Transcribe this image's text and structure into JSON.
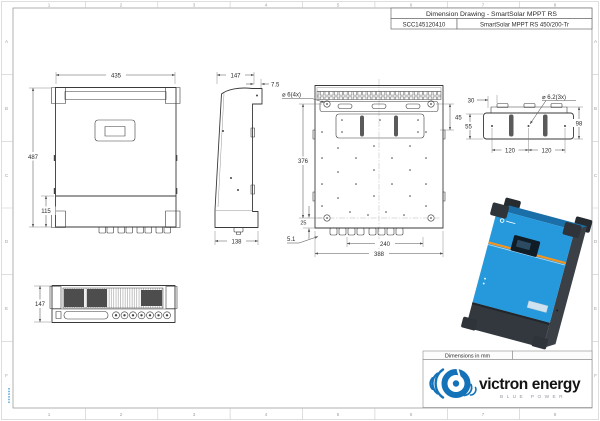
{
  "drawing": {
    "title": "Dimension Drawing - SmartSolar MPPT RS",
    "article_number": "SCC145120410",
    "model": "SmartSolar MPPT RS 450/200-Tr",
    "units_note": "Dimensions in mm"
  },
  "border": {
    "columns": [
      "1",
      "2",
      "3",
      "4",
      "5",
      "6",
      "7",
      "8"
    ],
    "rows": [
      "A",
      "B",
      "C",
      "D",
      "E",
      "F"
    ]
  },
  "views": {
    "front": {
      "width": "435",
      "height": "487",
      "gland_section": "115"
    },
    "side": {
      "depth": "147",
      "bracket_offset": "7.5",
      "base_depth": "138"
    },
    "back": {
      "mount_holes": "⌀ 6(4x)",
      "top_hole_offset": "45",
      "hole_pitch": "376",
      "bottom_offset": "25",
      "wall_gap": "5.1",
      "gland_span": "240",
      "width": "388"
    },
    "bracket": {
      "edge_offset": "30",
      "holes": "⌀ 6.2(3x)",
      "inner_height": "55",
      "total_height": "98",
      "pitch_left": "120",
      "pitch_right": "120"
    },
    "top": {
      "depth": "147"
    }
  },
  "logo": {
    "brand": "victron energy",
    "tagline": "BLUE POWER"
  },
  "colors": {
    "victron_blue": "#2599dc",
    "logo_blue": "#1472b9",
    "accent_orange": "#f7941d",
    "line": "#3a3a3a"
  }
}
